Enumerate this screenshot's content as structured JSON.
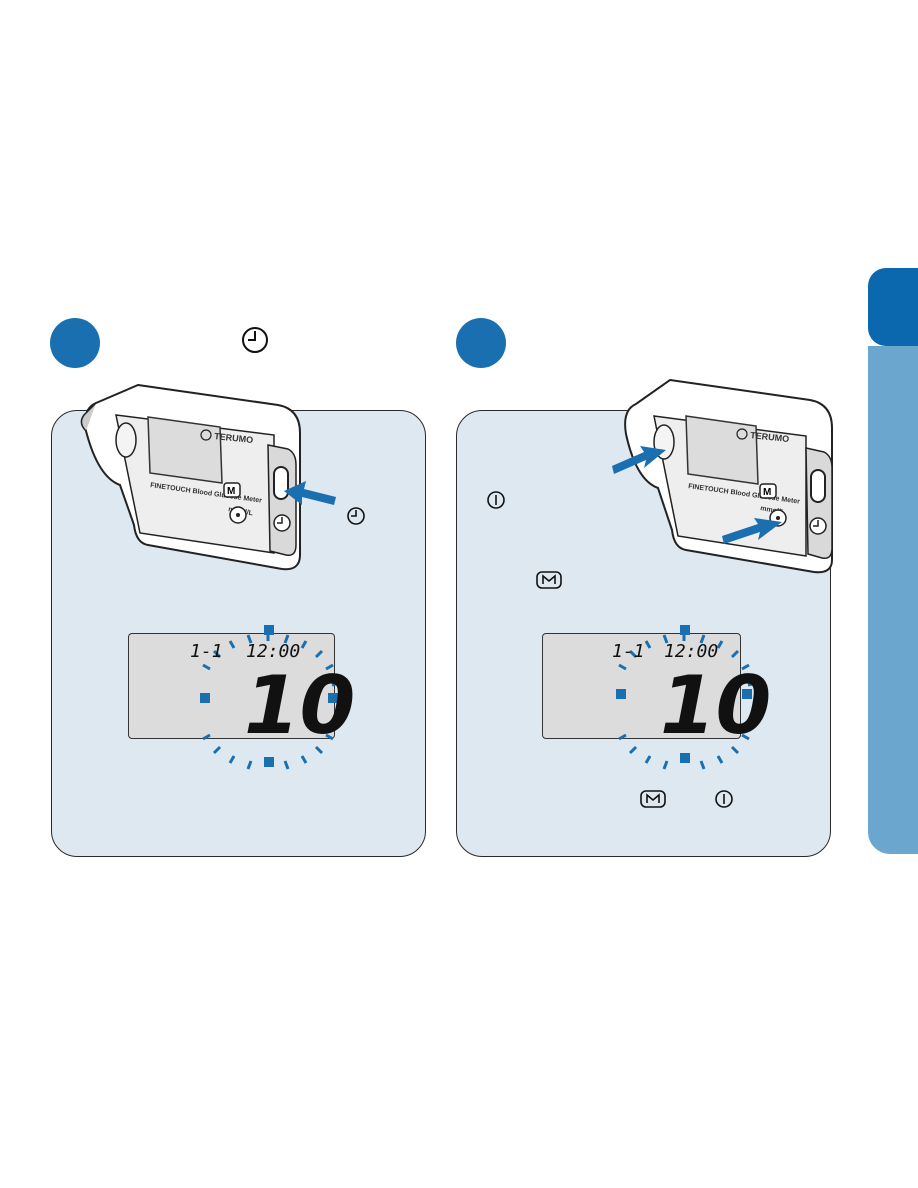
{
  "sidebar": {
    "active_tab_color": "#0b67ae",
    "inactive_tab_color": "#6aa6cd"
  },
  "panels": [
    {
      "icons": [
        "clock-icon",
        "clock-icon"
      ],
      "meter": {
        "brand": "TERUMO",
        "model": "FINETOUCH Blood Glucose Meter",
        "unit": "mmol/L",
        "button_m": "M"
      },
      "display": {
        "date": "1-1",
        "time": "12:00",
        "value": "10"
      }
    },
    {
      "icons": [
        "power-icon",
        "m-button-icon",
        "m-button-icon",
        "power-icon"
      ],
      "meter": {
        "brand": "TERUMO",
        "model": "FINETOUCH Blood Glucose Meter",
        "unit": "mmol/L",
        "button_m": "M"
      },
      "display": {
        "date": "1-1",
        "time": "12:00",
        "value": "10"
      }
    }
  ],
  "colors": {
    "accent": "#1a6fb0",
    "panel_bg": "#dde8f1"
  }
}
